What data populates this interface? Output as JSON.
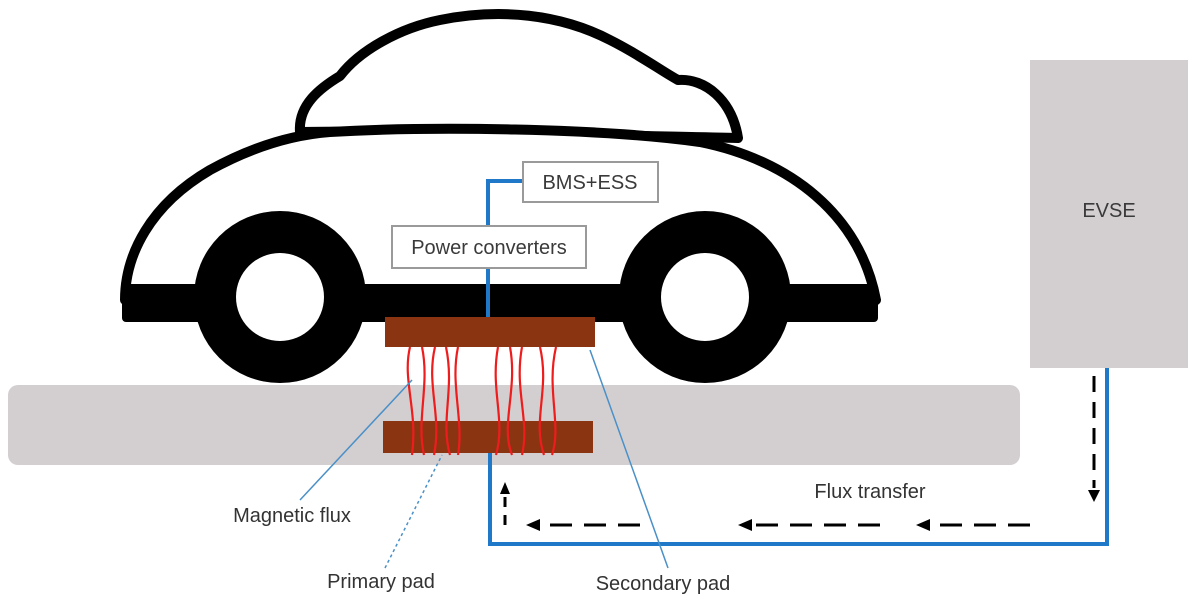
{
  "labels": {
    "bms_ess": "BMS+ESS",
    "power_converters": "Power converters",
    "evse": "EVSE",
    "magnetic_flux": "Magnetic flux",
    "primary_pad": "Primary pad",
    "secondary_pad": "Secondary pad",
    "flux_transfer": "Flux transfer"
  },
  "colors": {
    "car_outline": "#000000",
    "ground": "#d3cfd0",
    "evse_box": "#d3cfd0",
    "pad": "#8b3412",
    "flux_lines": "#ee1c1c",
    "wire": "#1f78c8",
    "leader": "#4a90c8",
    "arrows": "#000000"
  }
}
